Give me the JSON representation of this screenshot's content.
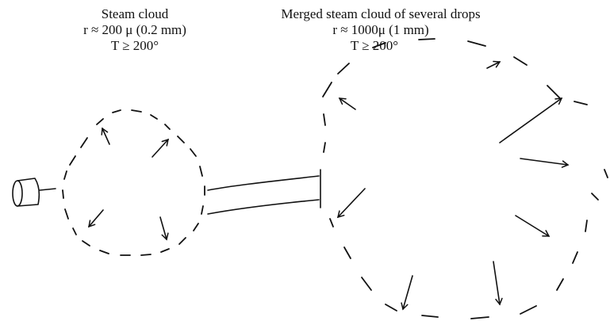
{
  "small_cloud": {
    "title": "Steam cloud",
    "radius": "r ≈ 200 μ (0.2 mm)",
    "temperature": "T ≥ 200°"
  },
  "merged_cloud": {
    "title": "Merged steam cloud of several drops",
    "radius": "r ≈  1000μ (1 mm)",
    "temperature": "T ≥ 200°"
  },
  "ink_color": "#111111"
}
